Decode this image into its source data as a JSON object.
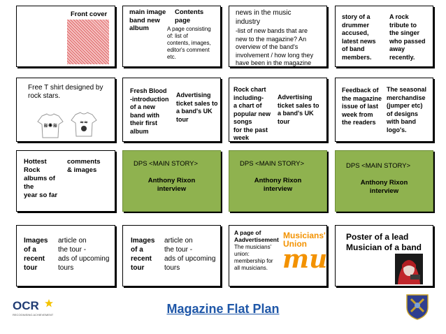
{
  "title": "Magazine Flat Plan",
  "boxes": {
    "b1": {
      "label": "Front cover"
    },
    "b2": {
      "left": "main image\nband new\nalbum",
      "right_title": "Contents\npage",
      "right_body": "A page consisting\nof: list of\ncontents, images,\neditor's comment\netc."
    },
    "b3": {
      "title": "news in the music\nindustry",
      "body": "-list of new bands that are\nnew to the magazine? An\noverview of the band's\ninvolvement / how long they\nhave been in the magazine"
    },
    "b4": {
      "left": "story of a\ndrummer\naccused,\nlatest news\nof band\nmembers.",
      "right": "A rock\ntribute to\nthe singer\nwho passed\naway\nrecently."
    },
    "b5": {
      "text": "Free T shirt designed by\nrock stars."
    },
    "b6": {
      "left": "Fresh Blood\n-introduction\nof a new\nband with\ntheir first\nalbum",
      "right": "Advertising\nticket sales to\na band's UK\ntour"
    },
    "b7": {
      "left": "Rock chart\nincluding-\na chart of\npopular new\nsongs\nfor the past\nweek",
      "right": "Advertising\nticket sales to\na band's UK\ntour"
    },
    "b8": {
      "left": "Feedback of\nthe magazine\nissue of last\nweek from\nthe readers",
      "right": "The seasonal\nmerchandise\n(jumper etc)\nof designs\nwith band\nlogo's."
    },
    "b9": {
      "left": "Hottest\nRock\nalbums of\nthe\nyear so far",
      "right": "comments\n& images"
    },
    "b10": {
      "head": "DPS <MAIN STORY>",
      "body": "Anthony Rixon\ninterview"
    },
    "b11": {
      "head": "DPS <MAIN STORY>",
      "body": "Anthony Rixon\ninterview"
    },
    "b12": {
      "head": "DPS <MAIN STORY>",
      "body": "Anthony Rixon\ninterview"
    },
    "b13": {
      "left": "Images\nof a\nrecent\ntour",
      "right": "article on\nthe tour -\nads of upcoming\ntours"
    },
    "b14": {
      "left": "Images\nof a\nrecent\ntour",
      "right": "article on\nthe tour -\nads of upcoming\ntours"
    },
    "b15": {
      "head": "A page of\nAadvertisement",
      "body": "The musicians'\nunion:\nmembership for\nall musicians.",
      "logo_line1": "Musicians'",
      "logo_line2": "Union",
      "logo_mu": "mu"
    },
    "b16": {
      "text": "Poster of a lead\nMusician of a band"
    }
  },
  "logos": {
    "ocr": "OCR",
    "ocr_sub": "RECOGNISING ACHIEVEMENT"
  },
  "colors": {
    "green": "#8fb24f",
    "title_blue": "#1f57a8",
    "mu_orange": "#f39200",
    "mu_blue": "#1d4f91",
    "cover_red": "#d9534f"
  }
}
